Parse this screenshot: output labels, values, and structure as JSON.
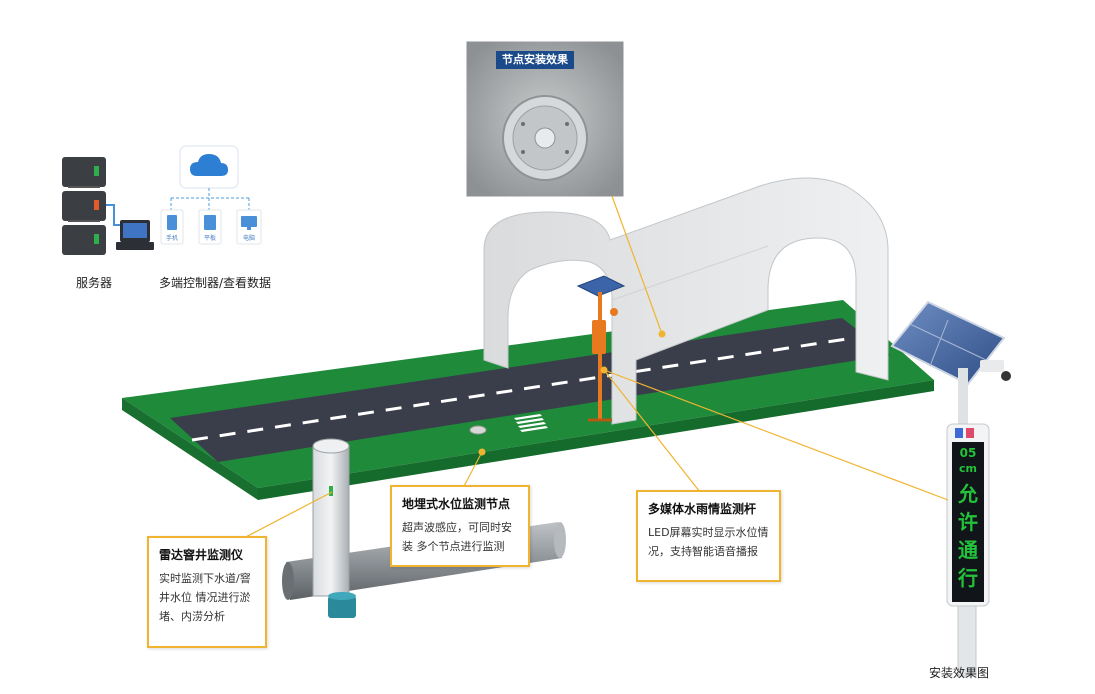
{
  "servers": {
    "label": "服务器"
  },
  "cloud": {
    "label": "云平台"
  },
  "devices": {
    "label": "多端控制器/查看数据",
    "items": [
      {
        "name": "手机"
      },
      {
        "name": "平板"
      },
      {
        "name": "电脑"
      }
    ]
  },
  "node_photo": {
    "title": "节点安装效果"
  },
  "callouts": {
    "radar": {
      "title": "雷达窨井监测仪",
      "lines": [
        "实时监测下水道/窨",
        "井水位 情况进行淤",
        "堵、内涝分析"
      ]
    },
    "buried": {
      "title": "地埋式水位监测节点",
      "lines": [
        "超声波感应，可同时安",
        "装 多个节点进行监测"
      ]
    },
    "pole": {
      "title": "多媒体水雨情监测杆",
      "lines": [
        "LED屏幕实时显示水位情",
        "况，支持智能语音播报"
      ]
    }
  },
  "install": {
    "label": "安装效果图",
    "led_value": "05",
    "led_unit": "cm",
    "led_chars": [
      "允",
      "许",
      "通",
      "行"
    ]
  },
  "colors": {
    "callout_border": "#f0b430",
    "grass": "#1f8a3a",
    "road": "#3a3d4a",
    "led": "#22c33a"
  }
}
